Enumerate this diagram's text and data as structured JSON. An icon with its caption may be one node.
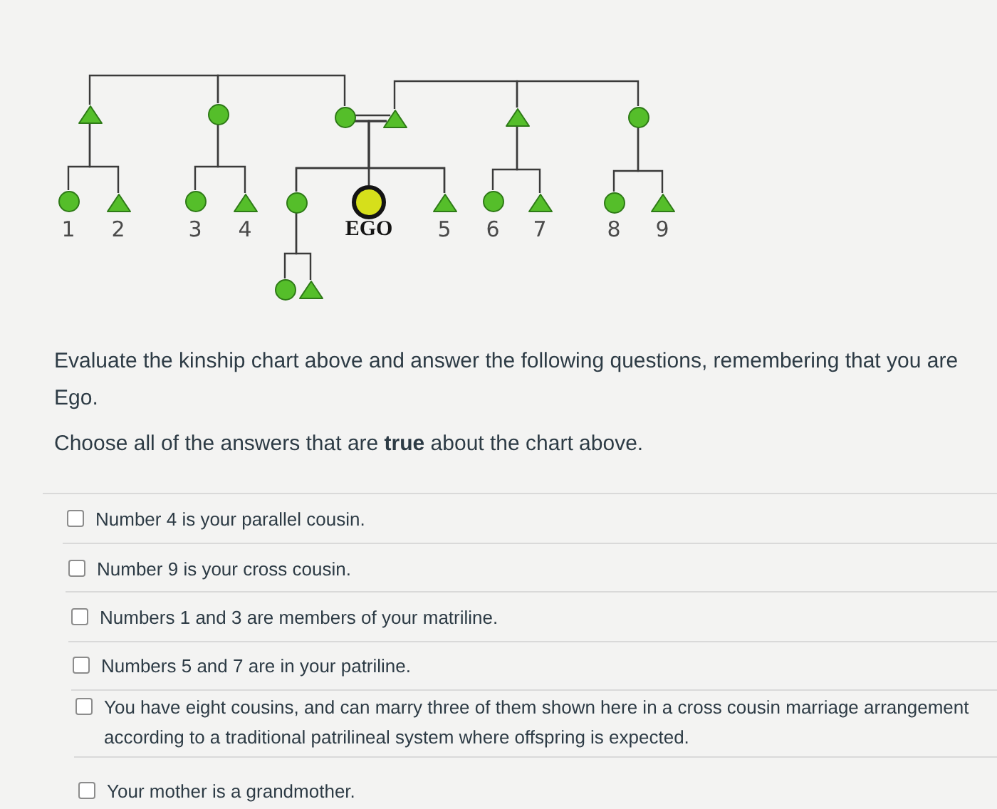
{
  "diagram": {
    "nodes": [
      {
        "text": [],
        "shape": "triangle"
      },
      {
        "text": [],
        "shape": "circle"
      },
      {
        "text": [],
        "shape": "circle"
      },
      {
        "text": [],
        "shape": "triangle"
      },
      {
        "text": [],
        "shape": "triangle"
      },
      {
        "text": [],
        "shape": "circle"
      },
      {
        "text": [],
        "shape": "circle",
        "beside": [
          "1"
        ]
      },
      {
        "text": [],
        "shape": "triangle",
        "beside": [
          "2"
        ]
      },
      {
        "text": [],
        "shape": "circle",
        "beside": [
          "3"
        ]
      },
      {
        "text": [],
        "shape": "triangle",
        "beside": [
          "4"
        ]
      },
      {
        "text": [],
        "shape": "circle"
      },
      {
        "text": [],
        "shape": "circle",
        "beside": [
          "EGO"
        ]
      },
      {
        "text": [],
        "shape": "triangle",
        "beside": [
          "5"
        ]
      },
      {
        "text": [],
        "shape": "circle",
        "beside": [
          "6"
        ]
      },
      {
        "text": [],
        "shape": "triangle",
        "beside": [
          "7"
        ]
      },
      {
        "text": [],
        "shape": "circle",
        "beside": [
          "8"
        ]
      },
      {
        "text": [],
        "shape": "triangle",
        "beside": [
          "9"
        ]
      },
      {
        "text": [],
        "shape": "circle"
      },
      {
        "text": [],
        "shape": "triangle"
      }
    ],
    "edges": [
      {
        "from": 0,
        "to": 1,
        "arrow": "none"
      },
      {
        "from": 1,
        "to": 2,
        "arrow": "none"
      },
      {
        "from": 3,
        "to": 4,
        "arrow": "none"
      },
      {
        "from": 4,
        "to": 5,
        "arrow": "none"
      },
      {
        "from": 2,
        "to": 3,
        "arrow": "none"
      },
      {
        "from": 0,
        "to": 6,
        "arrow": "none"
      },
      {
        "from": 0,
        "to": 7,
        "arrow": "none"
      },
      {
        "from": 1,
        "to": 8,
        "arrow": "none"
      },
      {
        "from": 1,
        "to": 9,
        "arrow": "none"
      },
      {
        "from": 2,
        "to": 10,
        "arrow": "none"
      },
      {
        "from": 2,
        "to": 11,
        "arrow": "none"
      },
      {
        "from": 2,
        "to": 12,
        "arrow": "none"
      },
      {
        "from": 3,
        "to": 10,
        "arrow": "none"
      },
      {
        "from": 3,
        "to": 11,
        "arrow": "none"
      },
      {
        "from": 3,
        "to": 12,
        "arrow": "none"
      },
      {
        "from": 4,
        "to": 13,
        "arrow": "none"
      },
      {
        "from": 4,
        "to": 14,
        "arrow": "none"
      },
      {
        "from": 5,
        "to": 15,
        "arrow": "none"
      },
      {
        "from": 5,
        "to": 16,
        "arrow": "none"
      },
      {
        "from": 10,
        "to": 17,
        "arrow": "none"
      },
      {
        "from": 10,
        "to": 18,
        "arrow": "none"
      }
    ],
    "labels": [
      "Evaluate the kinship chart above and answer the following questions, remembering that you are Ego.",
      "Choose all of the answers that are **true** about the chart above.",
      "Number 4 is your parallel cousin.",
      "Number 9 is your cross cousin.",
      "Numbers 1 and 3 are members of your matriline.",
      "Numbers 5 and 7 are in your patriline.",
      "You have eight cousins, and can marry three of them shown here in a cross cousin marriage arrangement according to a traditional patrilineal system where offspring is expected.",
      "Your mother is a grandmother."
    ]
  }
}
